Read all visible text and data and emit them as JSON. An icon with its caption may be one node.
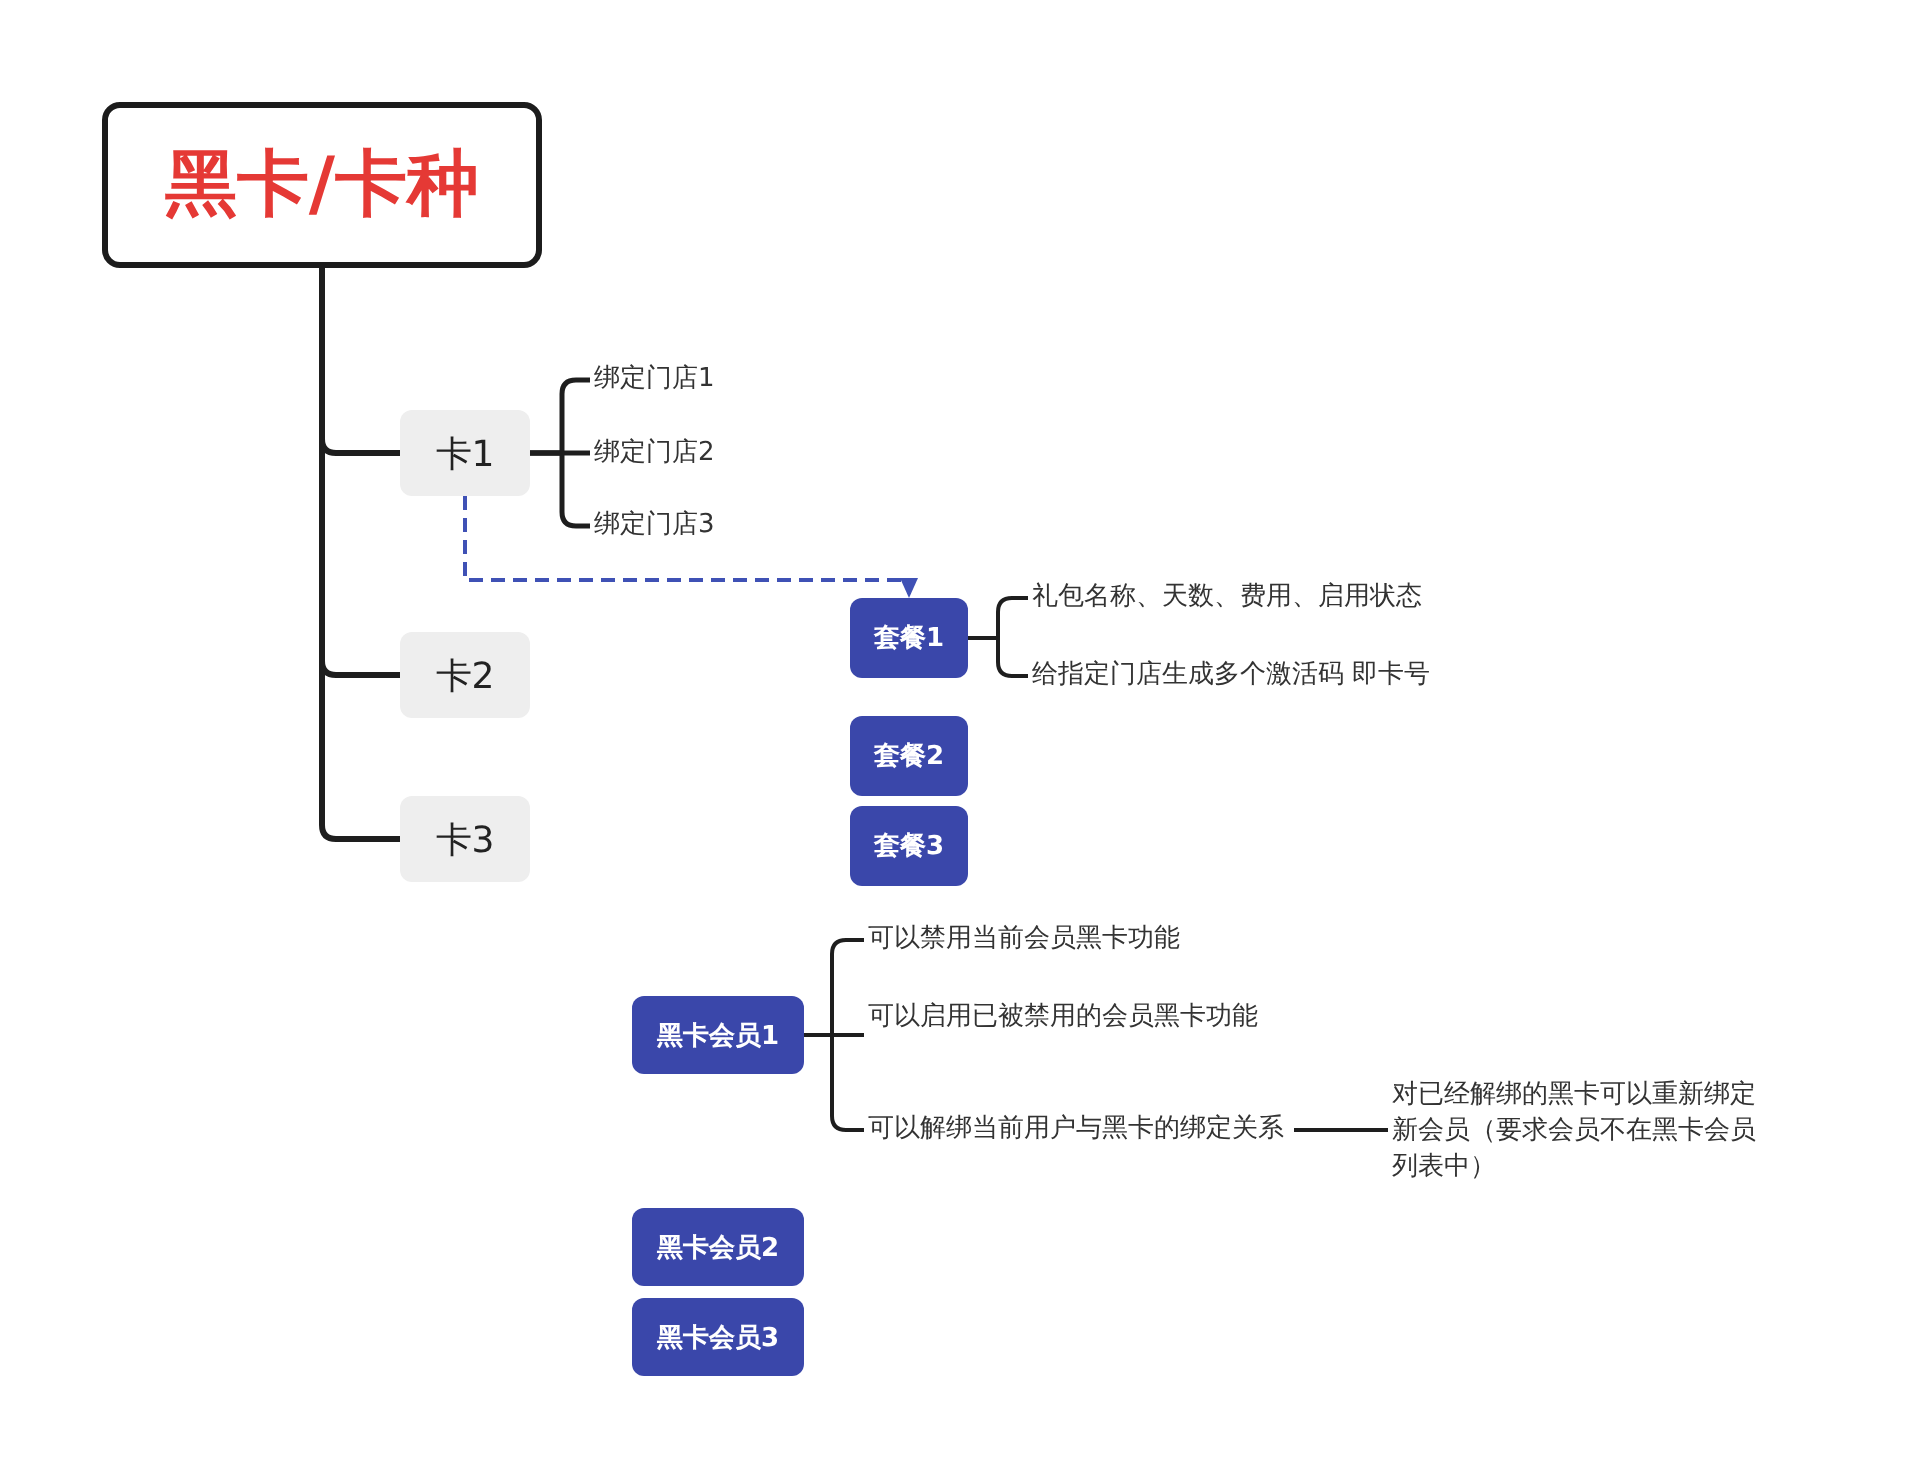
{
  "diagram": {
    "nodes": [
      {
        "text": [
          "黑卡/卡种"
        ]
      },
      {
        "text": [
          "卡1"
        ]
      },
      {
        "text": [
          "卡2"
        ]
      },
      {
        "text": [
          "卡3"
        ]
      },
      {
        "text": [
          "绑定门店1"
        ]
      },
      {
        "text": [
          "绑定门店2"
        ]
      },
      {
        "text": [
          "绑定门店3"
        ]
      },
      {
        "text": [
          "套餐1"
        ]
      },
      {
        "text": [
          "套餐2"
        ]
      },
      {
        "text": [
          "套餐3"
        ]
      },
      {
        "text": [
          "礼包名称、天数、费用、启用状态"
        ]
      },
      {
        "text": [
          "给指定门店生成多个激活码 即卡号"
        ]
      },
      {
        "text": [
          "黑卡会员1"
        ]
      },
      {
        "text": [
          "黑卡会员2"
        ]
      },
      {
        "text": [
          "黑卡会员3"
        ]
      },
      {
        "text": [
          "可以禁用当前会员黑卡功能"
        ]
      },
      {
        "text": [
          "可以启用已被禁用的会员黑卡功能"
        ]
      },
      {
        "text": [
          "可以解绑当前用户与黑卡的绑定关系"
        ]
      },
      {
        "text": [
          "对已经解绑的黑卡可以重新绑定新会员（要求会员不在黑卡会员列表中）"
        ]
      }
    ],
    "edges": [
      {
        "from": 0,
        "to": 1,
        "arrow": "none"
      },
      {
        "from": 0,
        "to": 2,
        "arrow": "none"
      },
      {
        "from": 0,
        "to": 3,
        "arrow": "none"
      },
      {
        "from": 1,
        "to": 4,
        "arrow": "none"
      },
      {
        "from": 1,
        "to": 5,
        "arrow": "none"
      },
      {
        "from": 1,
        "to": 6,
        "arrow": "none"
      },
      {
        "from": 1,
        "to": 7,
        "arrow": "to",
        "style": "dashed",
        "color": "#3f51b5"
      },
      {
        "from": 7,
        "to": 10,
        "arrow": "none"
      },
      {
        "from": 7,
        "to": 11,
        "arrow": "none"
      },
      {
        "from": 12,
        "to": 15,
        "arrow": "none"
      },
      {
        "from": 12,
        "to": 16,
        "arrow": "none"
      },
      {
        "from": 12,
        "to": 17,
        "arrow": "none"
      },
      {
        "from": 17,
        "to": 18,
        "arrow": "none"
      }
    ]
  }
}
